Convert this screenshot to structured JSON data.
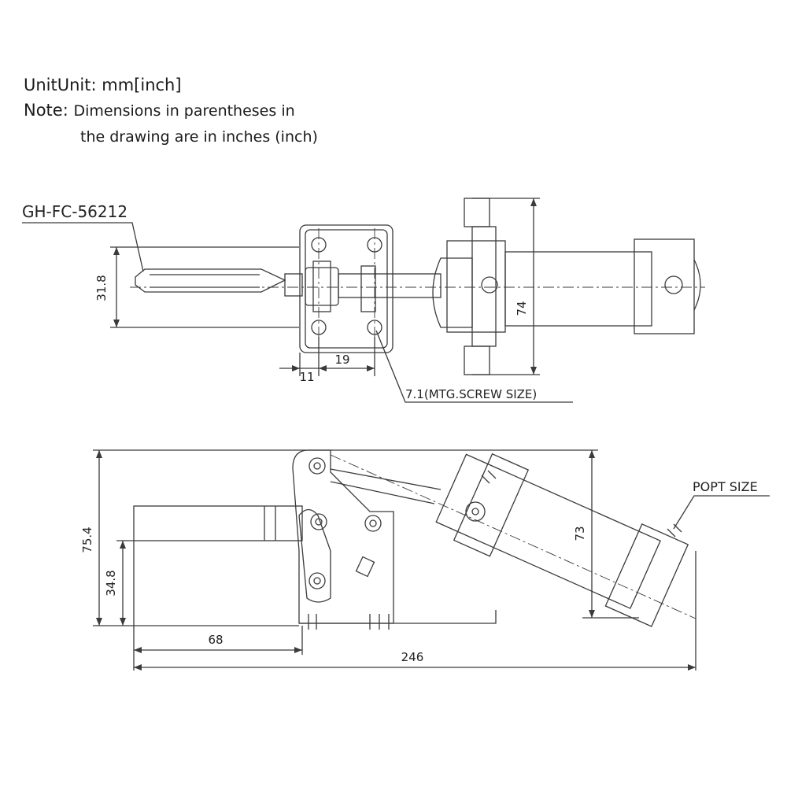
{
  "header": {
    "unit_label": "UnitUnit: mm[inch]",
    "note_label": "Note:",
    "note_line1": "Dimensions in parentheses in",
    "note_line2": "the drawing are in inches (inch)"
  },
  "top_view": {
    "model": "GH-FC-56212",
    "dim_height": "31.8",
    "dim_spacing_a": "11",
    "dim_spacing_b": "19",
    "dim_cyl_height": "74",
    "screw_label": "7.1(MTG.SCREW  SIZE)"
  },
  "side_view": {
    "dim_total_height": "75.4",
    "dim_base_height": "34.8",
    "dim_cyl_drop": "73",
    "dim_handle_len": "68",
    "dim_total_len": "246",
    "port_label": "POPT SIZE"
  },
  "colors": {
    "line": "#3a3a3a",
    "text": "#222222"
  }
}
